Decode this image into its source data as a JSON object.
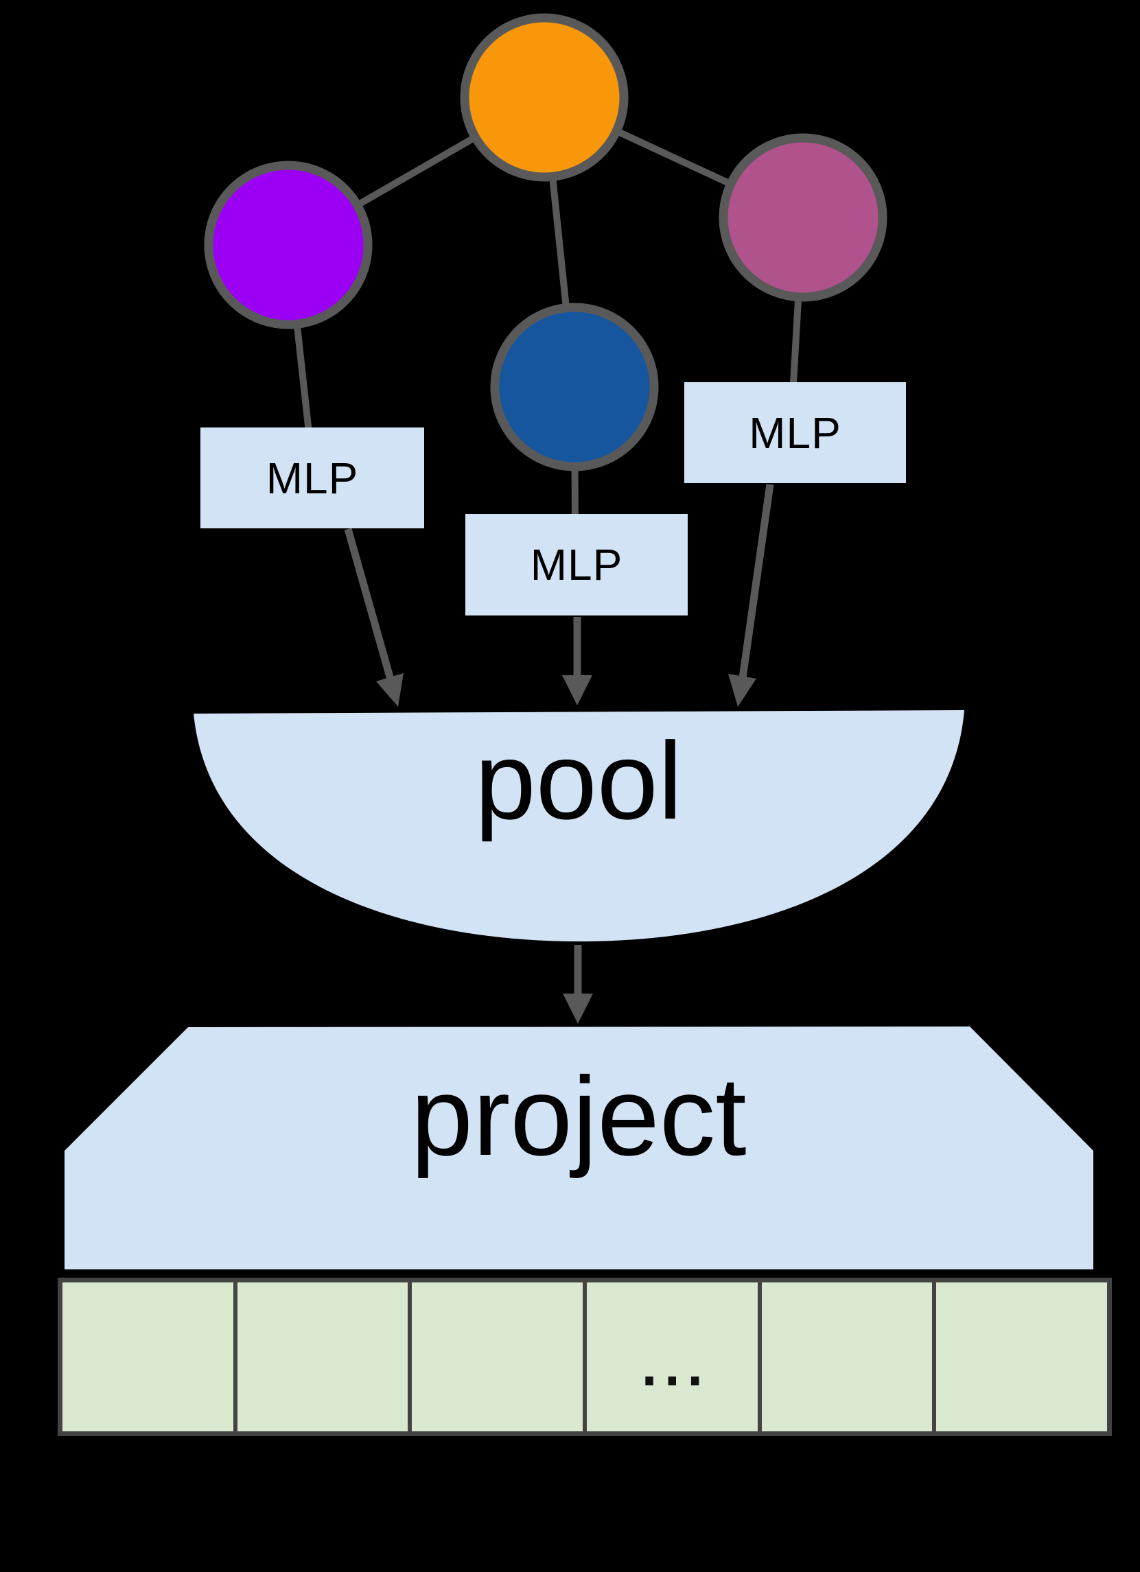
{
  "diagram": {
    "title_hint": "graph-nodes pooled through MLPs into pool and project to output vector",
    "mlp_boxes": [
      {
        "label": "MLP"
      },
      {
        "label": "MLP"
      },
      {
        "label": "MLP"
      }
    ],
    "pool": {
      "label": "pool"
    },
    "project": {
      "label": "project"
    },
    "output_vector": {
      "cells": 6,
      "ellipsis_cell_index": 4,
      "ellipsis": "..."
    },
    "colors": {
      "background": "#000000",
      "edge": "#595959",
      "panel": "#d2e3f5",
      "nodes": {
        "orange": "#f79709",
        "purple": "#9b00f5",
        "blue": "#15569e",
        "magenta": "#b0528b"
      },
      "vector_cell": "#dbe8d0",
      "vector_border": "#434343"
    }
  }
}
